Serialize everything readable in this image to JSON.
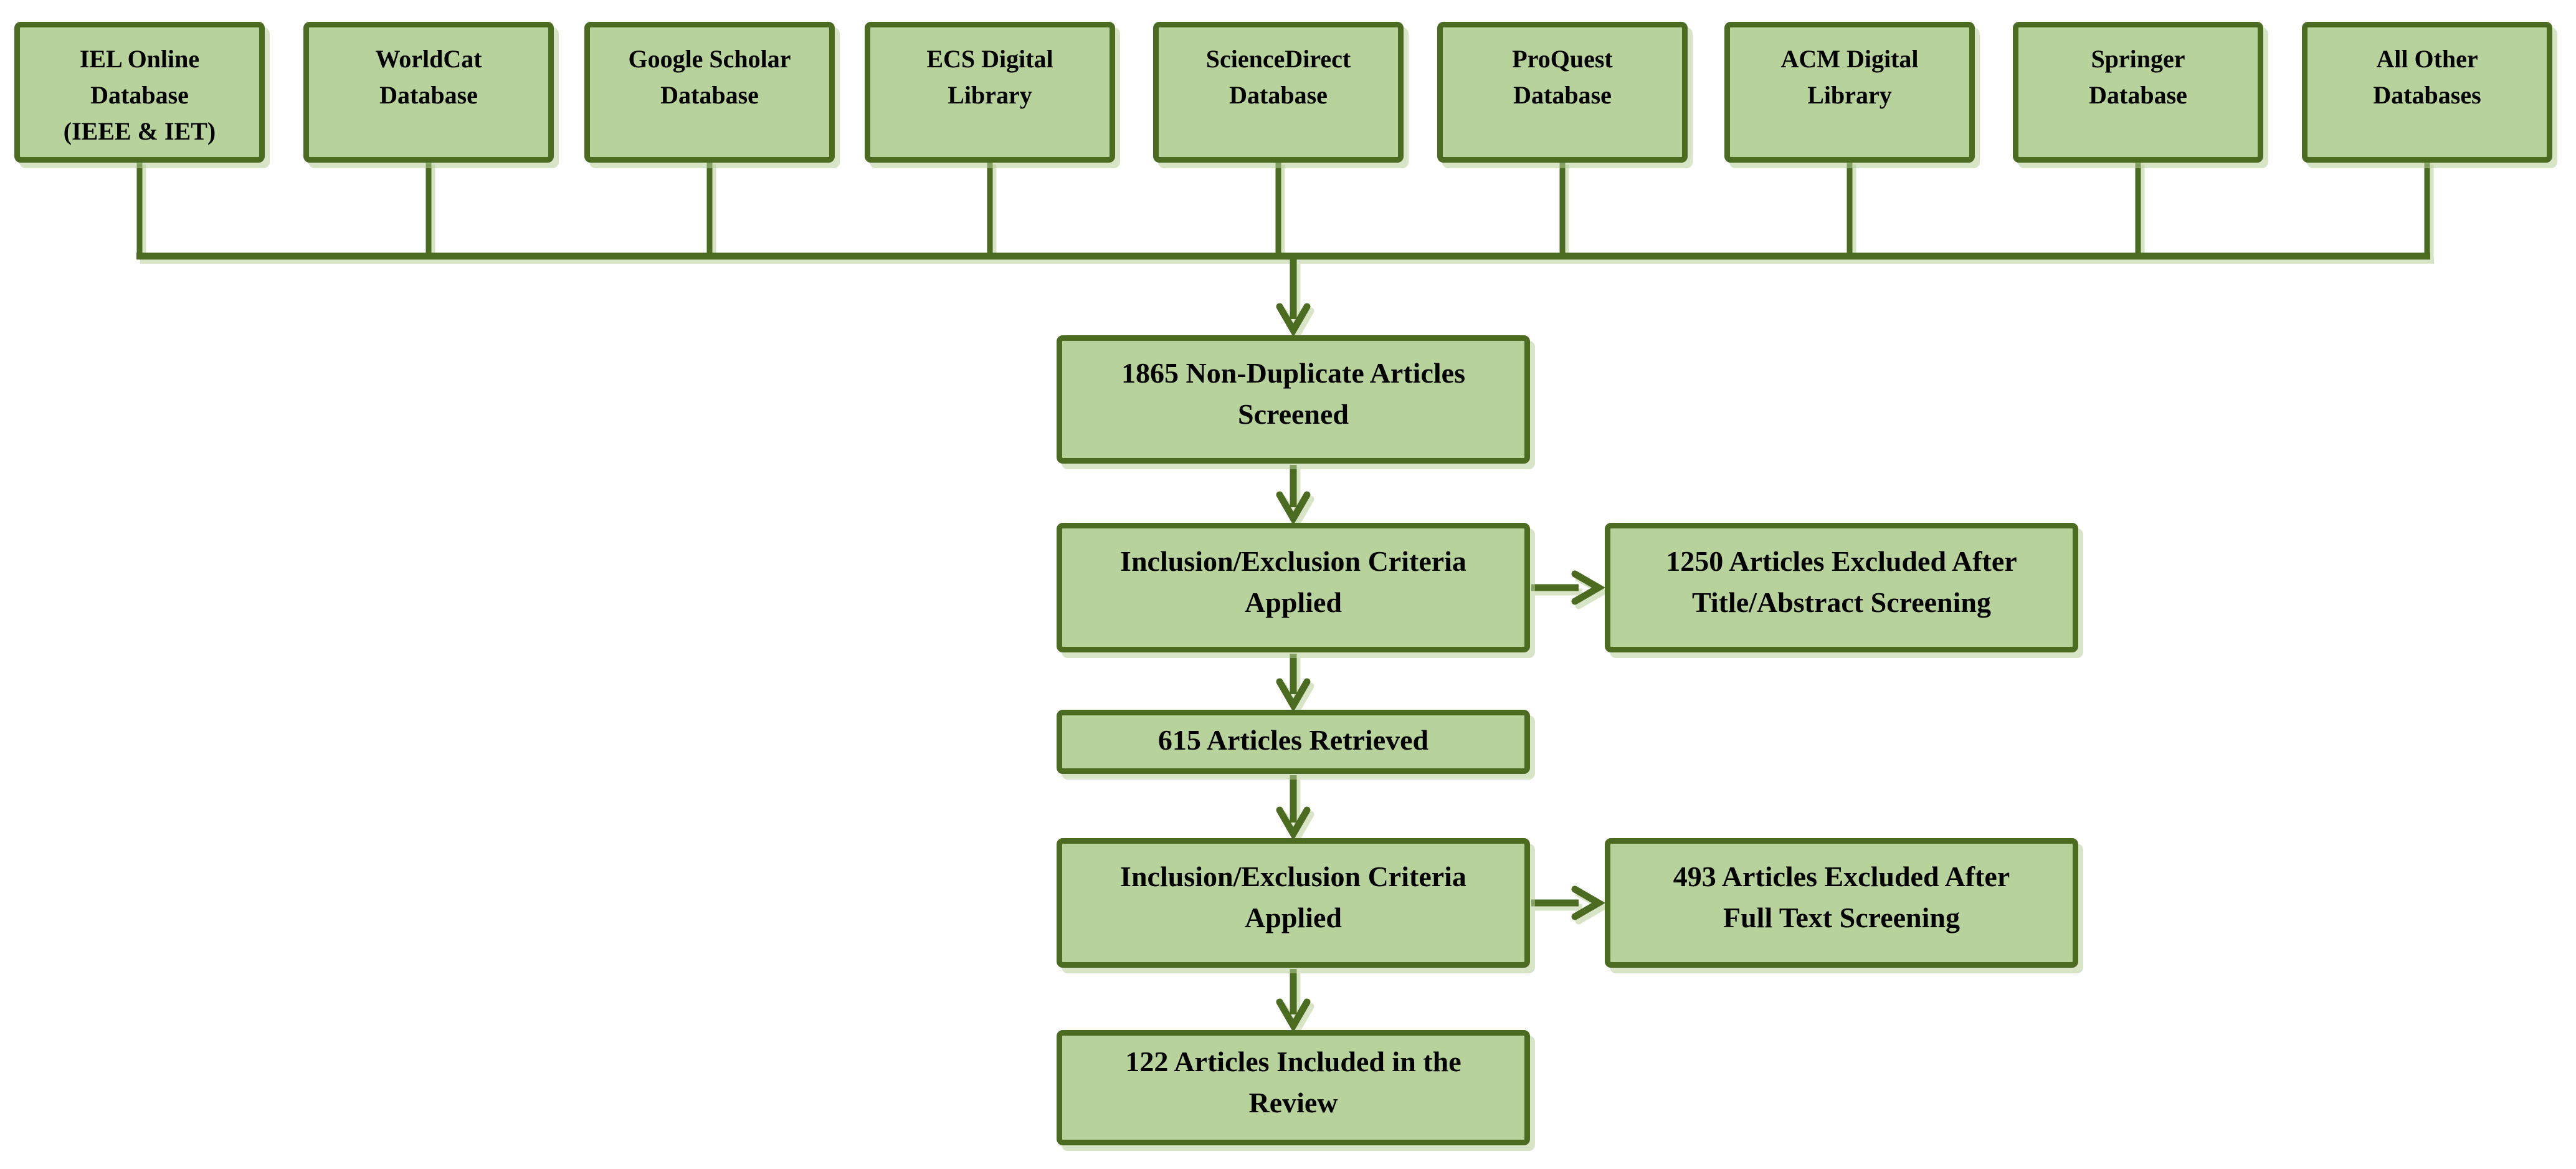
{
  "diagram": {
    "background_color": "#ffffff",
    "box_fill_color": "#b8d29b",
    "box_border_color": "#4a6b20",
    "connector_color": "#4a6b20",
    "text_color": "#000000",
    "shadow_color": "#b7ce98",
    "sources": [
      {
        "label_lines": [
          "IEL Online",
          "Database",
          "(IEEE & IET)"
        ]
      },
      {
        "label_lines": [
          "WorldCat",
          "Database"
        ]
      },
      {
        "label_lines": [
          "Google Scholar",
          "Database"
        ]
      },
      {
        "label_lines": [
          "ECS Digital",
          "Library"
        ]
      },
      {
        "label_lines": [
          "ScienceDirect",
          "Database"
        ]
      },
      {
        "label_lines": [
          "ProQuest",
          "Database"
        ]
      },
      {
        "label_lines": [
          "ACM Digital",
          "Library"
        ]
      },
      {
        "label_lines": [
          "Springer",
          "Database"
        ]
      },
      {
        "label_lines": [
          "All Other",
          "Databases"
        ]
      }
    ],
    "flow": {
      "screened": {
        "label_lines": [
          "1865 Non-Duplicate Articles",
          "Screened"
        ],
        "count": 1865
      },
      "criteria_1": {
        "label_lines": [
          "Inclusion/Exclusion Criteria",
          "Applied"
        ]
      },
      "excluded_title_abstract": {
        "label_lines": [
          "1250 Articles Excluded After",
          "Title/Abstract Screening"
        ],
        "count": 1250
      },
      "retrieved": {
        "label_lines": [
          "615 Articles Retrieved"
        ],
        "count": 615
      },
      "criteria_2": {
        "label_lines": [
          "Inclusion/Exclusion Criteria",
          "Applied"
        ]
      },
      "excluded_full_text": {
        "label_lines": [
          "493 Articles Excluded After",
          "Full Text Screening"
        ],
        "count": 493
      },
      "included": {
        "label_lines": [
          "122 Articles Included in the",
          "Review"
        ],
        "count": 122
      }
    }
  }
}
